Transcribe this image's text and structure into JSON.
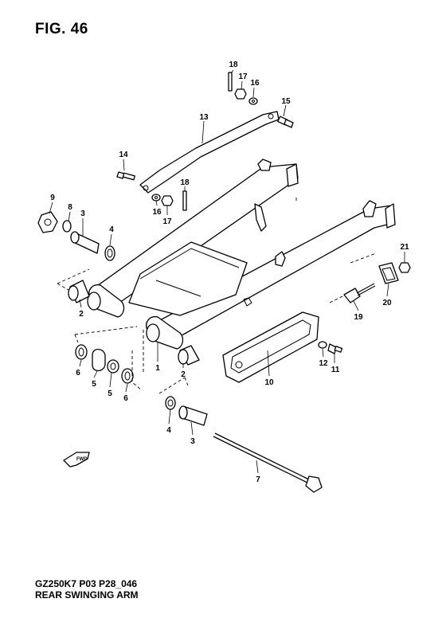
{
  "figure": {
    "title": "FIG. 46",
    "model_code": "GZ250K7 P03 P28_046",
    "name": "REAR SWINGING ARM"
  },
  "forward_arrow": {
    "label": "FWD"
  },
  "callouts": [
    {
      "id": "c18a",
      "label": "18"
    },
    {
      "id": "c17a",
      "label": "17"
    },
    {
      "id": "c16a",
      "label": "16"
    },
    {
      "id": "c15",
      "label": "15"
    },
    {
      "id": "c13",
      "label": "13"
    },
    {
      "id": "c14",
      "label": "14"
    },
    {
      "id": "c18b",
      "label": "18"
    },
    {
      "id": "c16b",
      "label": "16"
    },
    {
      "id": "c17b",
      "label": "17"
    },
    {
      "id": "c9",
      "label": "9"
    },
    {
      "id": "c8",
      "label": "8"
    },
    {
      "id": "c3a",
      "label": "3"
    },
    {
      "id": "c4a",
      "label": "4"
    },
    {
      "id": "c2a",
      "label": "2"
    },
    {
      "id": "c21",
      "label": "21"
    },
    {
      "id": "c20",
      "label": "20"
    },
    {
      "id": "c19",
      "label": "19"
    },
    {
      "id": "c12",
      "label": "12"
    },
    {
      "id": "c11",
      "label": "11"
    },
    {
      "id": "c10",
      "label": "10"
    },
    {
      "id": "c6a",
      "label": "6"
    },
    {
      "id": "c5a",
      "label": "5"
    },
    {
      "id": "c5b",
      "label": "5"
    },
    {
      "id": "c6b",
      "label": "6"
    },
    {
      "id": "c1",
      "label": "1"
    },
    {
      "id": "c2b",
      "label": "2"
    },
    {
      "id": "c4b",
      "label": "4"
    },
    {
      "id": "c3b",
      "label": "3"
    },
    {
      "id": "c7",
      "label": "7"
    }
  ]
}
